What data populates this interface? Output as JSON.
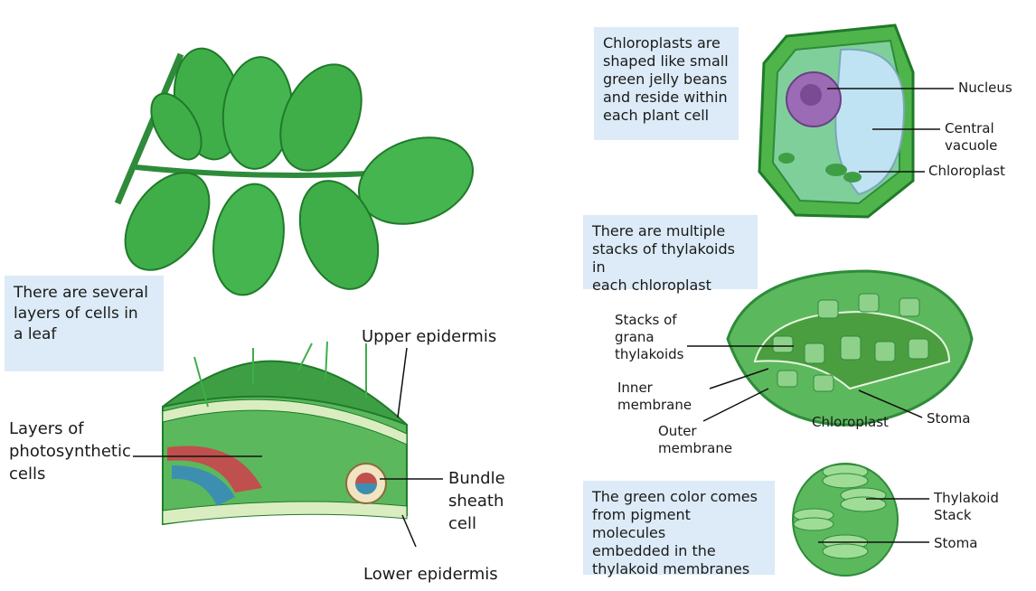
{
  "callouts": {
    "leaf_layers": "There are several\nlayers of cells in\na leaf",
    "chloroplast_shape": "Chloroplasts are\nshaped like small\ngreen jelly beans\nand reside within\neach plant cell",
    "thylakoid_stacks": "There are multiple\nstacks of thylakoids in\neach chloroplast",
    "green_color": "The green color comes\nfrom pigment molecules\nembedded in the\nthylakoid membranes"
  },
  "leaf_labels": {
    "upper_epidermis": "Upper epidermis",
    "photosynthetic": "Layers of\nphotosynthetic\ncells",
    "bundle_sheath": "Bundle\nsheath\ncell",
    "lower_epidermis": "Lower epidermis"
  },
  "cell_labels": {
    "nucleus": "Nucleus",
    "central_vacuole": "Central\nvacuole",
    "chloroplast": "Chloroplast"
  },
  "chloroplast_labels": {
    "grana": "Stacks of\ngrana\nthylakoids",
    "inner_membrane": "Inner\nmembrane",
    "outer_membrane": "Outer\nmembrane",
    "chloroplast": "Chloroplast",
    "stoma": "Stoma"
  },
  "thylakoid_labels": {
    "thylakoid_stack": "Thylakoid\nStack",
    "stoma": "Stoma"
  },
  "colors": {
    "leaf": "#3fae49",
    "leaf_dark": "#1f7a2a",
    "callout_bg": "#dcebf7",
    "vacuole": "#bfe3f2",
    "nucleus": "#9b6bb5"
  }
}
